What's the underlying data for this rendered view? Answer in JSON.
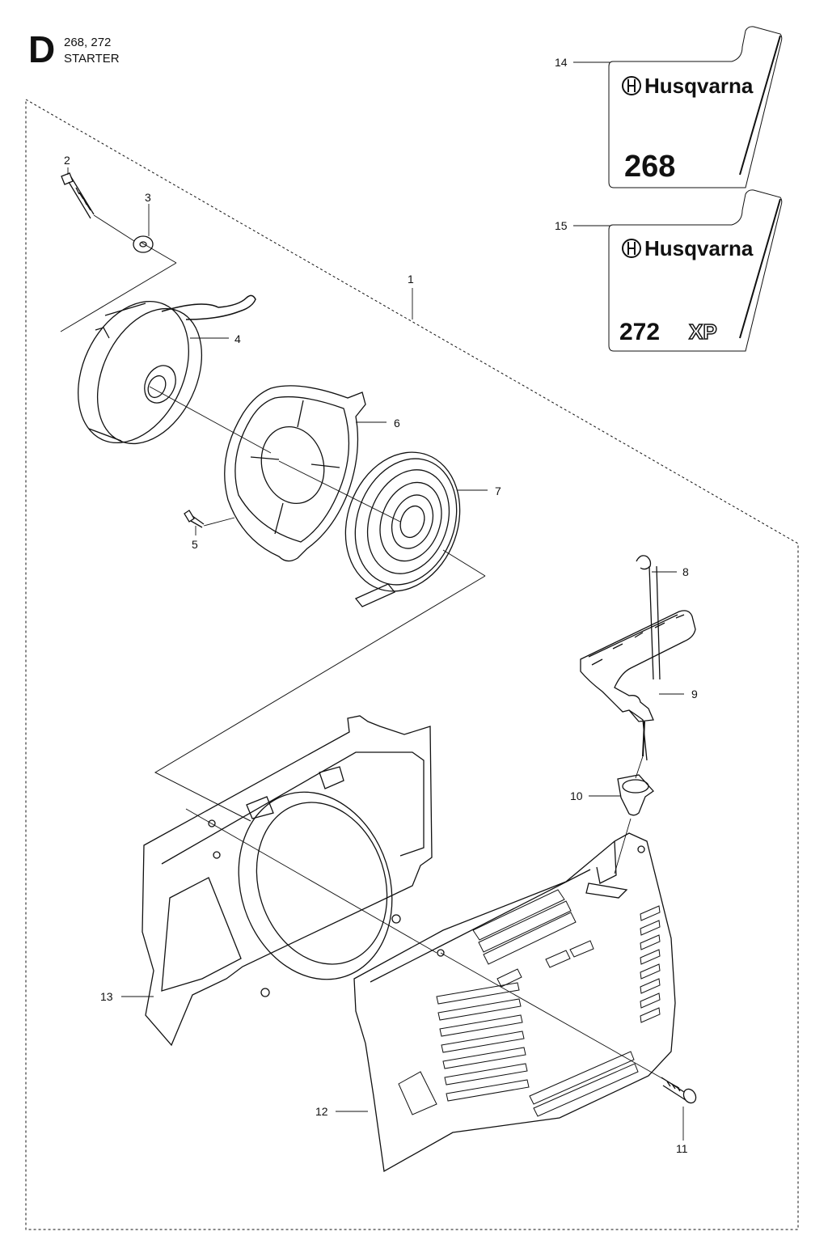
{
  "header": {
    "section_letter": "D",
    "models": "268, 272",
    "title": "STARTER"
  },
  "callouts": {
    "c1": "1",
    "c2": "2",
    "c3": "3",
    "c4": "4",
    "c5": "5",
    "c6": "6",
    "c7": "7",
    "c8": "8",
    "c9": "9",
    "c10": "10",
    "c11": "11",
    "c12": "12",
    "c13": "13",
    "c14": "14",
    "c15": "15"
  },
  "decals": {
    "decal_14": {
      "brand": "Husqvarna",
      "model": "268"
    },
    "decal_15": {
      "brand": "Husqvarna",
      "model": "272",
      "suffix": "XP"
    }
  }
}
